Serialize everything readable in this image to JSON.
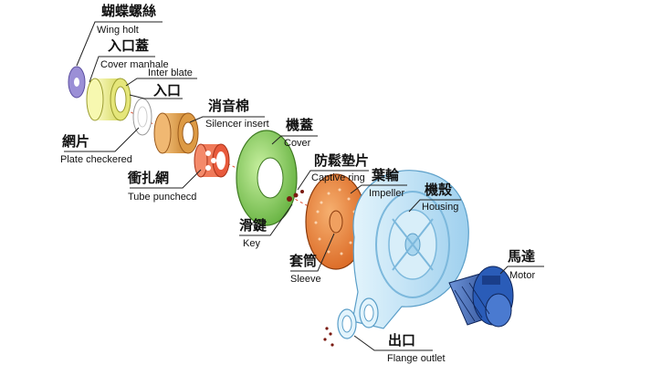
{
  "parts": [
    {
      "id": "wing-bolt",
      "zh": "蝴蝶螺絲",
      "en": "Wing holt"
    },
    {
      "id": "cover-manhole",
      "zh": "入口蓋",
      "en": "Cover manhale"
    },
    {
      "id": "inter-plate",
      "zh": "",
      "en": "Inter blate"
    },
    {
      "id": "inlet",
      "zh": "入口",
      "en": ""
    },
    {
      "id": "silencer-insert",
      "zh": "消音棉",
      "en": "Silencer insert"
    },
    {
      "id": "plate-checkered",
      "zh": "網片",
      "en": "Plate checkered"
    },
    {
      "id": "cover",
      "zh": "機蓋",
      "en": "Cover"
    },
    {
      "id": "captive-ring",
      "zh": "防鬆墊片",
      "en": "Captive ring"
    },
    {
      "id": "tube-punched",
      "zh": "衝扎網",
      "en": "Tube punchecd"
    },
    {
      "id": "impeller",
      "zh": "葉輪",
      "en": "Impeller"
    },
    {
      "id": "housing",
      "zh": "機殼",
      "en": "Housing"
    },
    {
      "id": "key",
      "zh": "滑鍵",
      "en": "Key"
    },
    {
      "id": "sleeve",
      "zh": "套筒",
      "en": "Sleeve"
    },
    {
      "id": "motor",
      "zh": "馬達",
      "en": "Motor"
    },
    {
      "id": "flange-outlet",
      "zh": "出口",
      "en": "Flange outlet"
    }
  ],
  "colors": {
    "wing_bolt": "#9b8fd6",
    "cover_manhole": "#eef08a",
    "silencer": "#e6a24a",
    "tube_punched": "#e85a3c",
    "cover_disc": "#8fd45e",
    "impeller": "#e8843a",
    "housing": "#bfe3f7",
    "motor": "#1f4fa8",
    "axis_line": "#e05030"
  }
}
